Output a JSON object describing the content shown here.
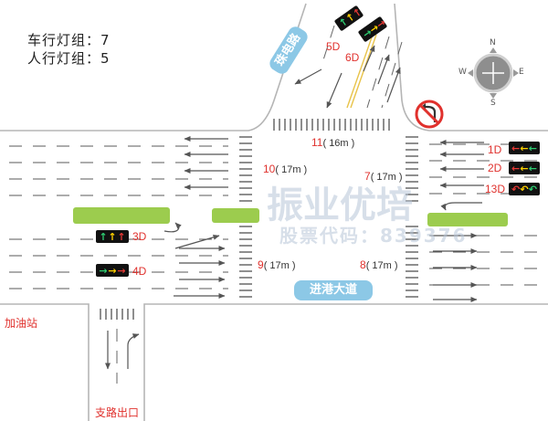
{
  "stats": {
    "vehicle_groups": "车行灯组：7",
    "pedestrian_groups": "人行灯组：5"
  },
  "roads": {
    "north_road": "珠电路",
    "main_road": "进港大道",
    "gas_station": "加油站",
    "branch_exit": "支路出口"
  },
  "signals": {
    "s1": {
      "id": "1D",
      "glyphs": [
        "←",
        "←",
        "←"
      ],
      "colors": [
        "#e53935",
        "#ffd000",
        "#2ecc71"
      ]
    },
    "s2": {
      "id": "2D",
      "glyphs": [
        "←",
        "←",
        "←"
      ],
      "colors": [
        "#e53935",
        "#ffd000",
        "#2ecc71"
      ]
    },
    "s13": {
      "id": "13D",
      "glyphs": [
        "↶",
        "↶",
        "↶"
      ],
      "colors": [
        "#e53935",
        "#ffd000",
        "#2ecc71"
      ]
    },
    "s3": {
      "id": "3D",
      "glyphs": [
        "↑",
        "↑",
        "↑"
      ],
      "colors": [
        "#2ecc71",
        "#ffd000",
        "#e53935"
      ]
    },
    "s4": {
      "id": "4D",
      "glyphs": [
        "→",
        "→",
        "→"
      ],
      "colors": [
        "#2ecc71",
        "#ffd000",
        "#e53935"
      ]
    },
    "s5": {
      "id": "5D",
      "glyphs": [
        "↑",
        "↑",
        "↑"
      ],
      "colors": [
        "#2ecc71",
        "#ffd000",
        "#e53935"
      ]
    },
    "s6": {
      "id": "6D",
      "glyphs": [
        "→",
        "→",
        "→"
      ],
      "colors": [
        "#2ecc71",
        "#ffd000",
        "#e53935"
      ]
    }
  },
  "crossings": {
    "c7": {
      "id": "7",
      "length": "( 17m )"
    },
    "c8": {
      "id": "8",
      "length": "( 17m )"
    },
    "c9": {
      "id": "9",
      "length": "( 17m )"
    },
    "c10": {
      "id": "10",
      "length": "( 17m )"
    },
    "c11": {
      "id": "11",
      "length": "( 16m )"
    }
  },
  "compass": {
    "n": "N",
    "s": "S",
    "e": "E",
    "w": "W"
  },
  "watermark": {
    "main": "振业优培",
    "sub": "股票代码：839376"
  },
  "colors": {
    "road_edge": "#b5b5b5",
    "lane_mark": "#5a5a5a",
    "median": "#9ccc4e",
    "label_red": "#e0312d",
    "pill": "#8cc8e6",
    "yellow_line": "#e8c34a"
  }
}
